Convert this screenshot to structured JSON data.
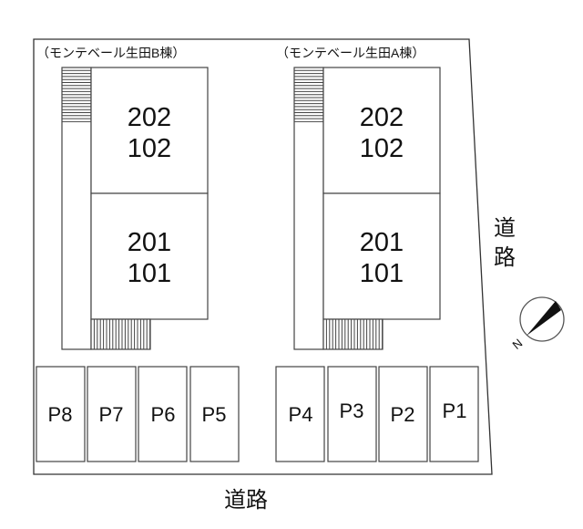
{
  "buildings": [
    {
      "label": "（モンテベール生田B棟）",
      "units_upper": [
        "202",
        "102"
      ],
      "units_lower": [
        "201",
        "101"
      ]
    },
    {
      "label": "（モンテベール生田A棟）",
      "units_upper": [
        "202",
        "102"
      ],
      "units_lower": [
        "201",
        "101"
      ]
    }
  ],
  "parking": [
    "P8",
    "P7",
    "P6",
    "P5",
    "P4",
    "P3",
    "P2",
    "P1"
  ],
  "road_right": [
    "道",
    "路"
  ],
  "road_bottom": "道路",
  "compass": {
    "icon": "north-arrow-icon",
    "label": "N"
  }
}
